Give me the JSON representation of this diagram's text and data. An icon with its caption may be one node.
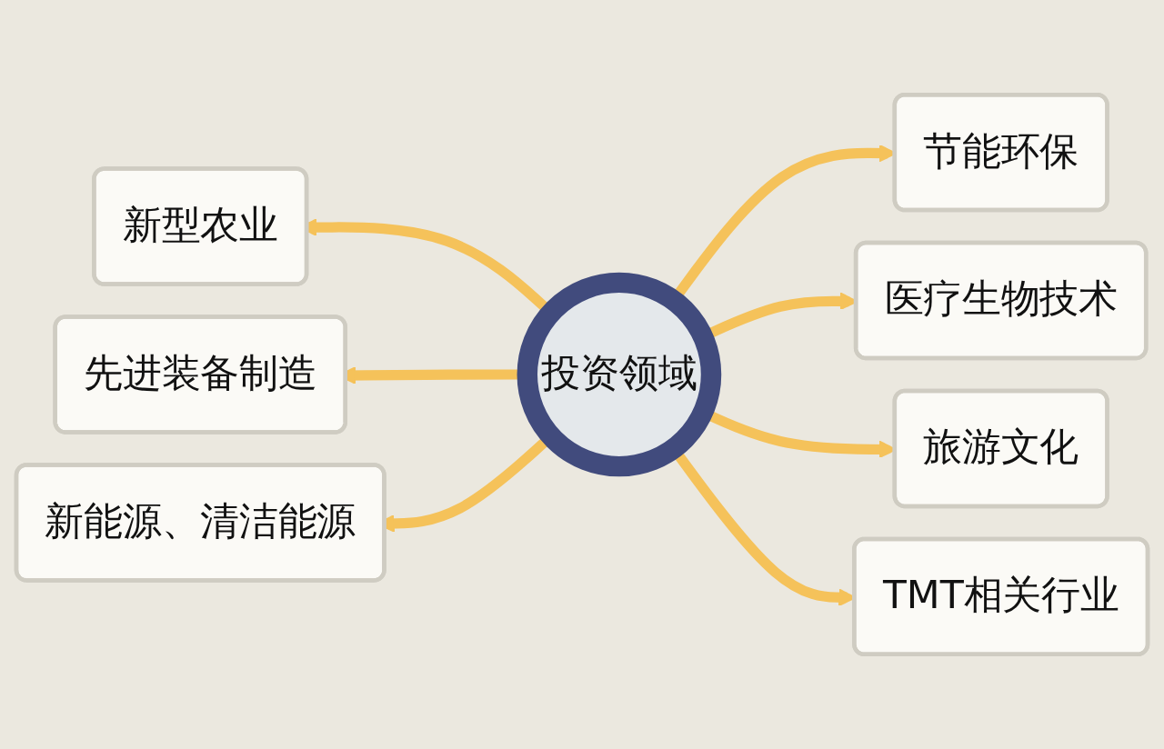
{
  "diagram": {
    "nodes": [
      {
        "text": [
          "节能环保"
        ]
      },
      {
        "text": [
          "新型农业"
        ]
      },
      {
        "text": [
          "医疗生物技术"
        ]
      },
      {
        "text": [
          "先进装备制造"
        ]
      },
      {
        "text": [
          "投资领域"
        ]
      },
      {
        "text": [
          "旅游文化"
        ]
      },
      {
        "text": [
          "新能源、清洁能源"
        ]
      },
      {
        "text": [
          "TMT相关行业"
        ]
      }
    ],
    "edges": [
      {
        "from": 4,
        "to": 0,
        "arrow": "to"
      },
      {
        "from": 4,
        "to": 1,
        "arrow": "to"
      },
      {
        "from": 4,
        "to": 2,
        "arrow": "to"
      },
      {
        "from": 4,
        "to": 3,
        "arrow": "to"
      },
      {
        "from": 4,
        "to": 5,
        "arrow": "to"
      },
      {
        "from": 4,
        "to": 6,
        "arrow": "to"
      },
      {
        "from": 4,
        "to": 7,
        "arrow": "to"
      }
    ]
  }
}
